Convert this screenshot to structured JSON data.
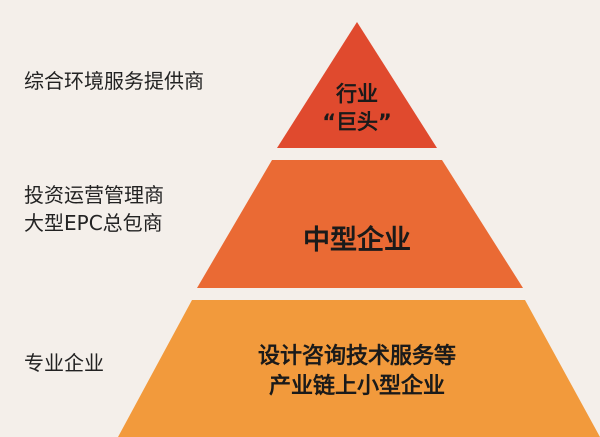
{
  "left_labels": {
    "top": "综合环境服务提供商",
    "middle_line1": "投资运营管理商",
    "middle_line2": "大型EPC总包商",
    "bottom": "专业企业"
  },
  "tiers": [
    {
      "line1": "行业",
      "line2": "“巨头”",
      "color": "#e04a2e"
    },
    {
      "line1": "中型企业",
      "line2": "",
      "color": "#ea6a34"
    },
    {
      "line1": "设计咨询技术服务等",
      "line2": "产业链上小型企业",
      "color": "#f29a3c"
    }
  ],
  "background_color": "#f4efea"
}
